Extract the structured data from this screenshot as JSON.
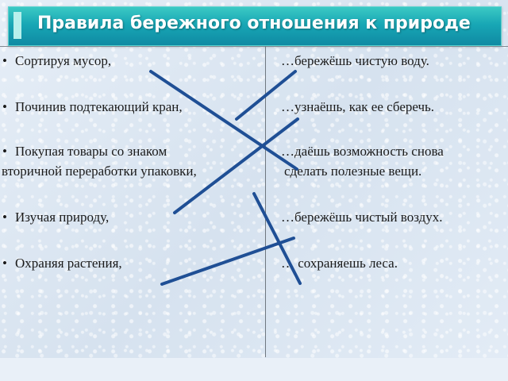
{
  "title": "Правила бережного отношения к природе",
  "left_column": [
    "Сортируя мусор,",
    "Починив подтекающий кран,",
    "Покупая товары со знаком",
    "вторичной переработки упаковки,",
    "Изучая природу,",
    "Охраняя растения,"
  ],
  "right_column": [
    "…бережёшь чистую воду.",
    "…узнаёшь, как ее сберечь.",
    "…даёшь возможность снова",
    "сделать полезные вещи.",
    "…бережёшь чистый воздух.",
    "… сохраняешь леса."
  ],
  "colors": {
    "title_bar": "#18a7b5",
    "title_text": "#ffffff",
    "connector_lines": "#1f4f95"
  }
}
